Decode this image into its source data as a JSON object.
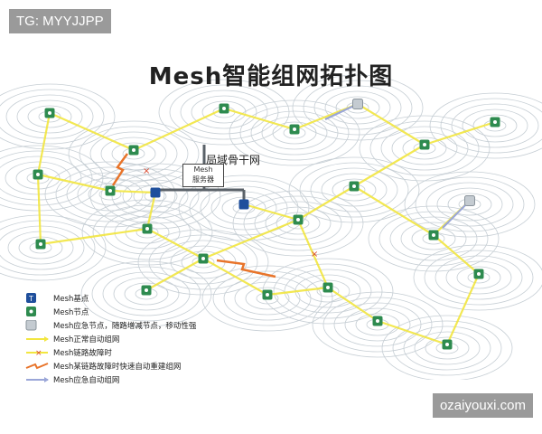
{
  "watermark_top": "TG: MYYJJPP",
  "watermark_bottom": "ozaiyouxi.com",
  "title": "Mesh智能组网拓扑图",
  "backbone_label": "局域骨干网",
  "server_label_1": "Mesh",
  "server_label_2": "服务器",
  "legend": [
    {
      "icon": "mesh-base-station-icon",
      "label": "Mesh基点"
    },
    {
      "icon": "mesh-node-icon",
      "label": "Mesh节点"
    },
    {
      "icon": "mesh-emergency-node-icon",
      "label": "Mesh应急节点，随路增减节点，移动性强"
    },
    {
      "icon": "normal-link-icon",
      "label": "Mesh正常自动组网"
    },
    {
      "icon": "failed-link-icon",
      "label": "Mesh链路故障时"
    },
    {
      "icon": "rebuild-link-icon",
      "label": "Mesh某链路故障时快速自动重建组网"
    },
    {
      "icon": "emergency-link-icon",
      "label": "Mesh应急自动组网"
    }
  ],
  "colors": {
    "ring": "#c6ced4",
    "node_green": "#2e8b4f",
    "base_blue": "#1f4f9c",
    "normal_link": "#f2e640",
    "rebuild_link": "#e8742a",
    "emergency_link": "#9aa6d8",
    "failed_x": "#d9462b"
  }
}
